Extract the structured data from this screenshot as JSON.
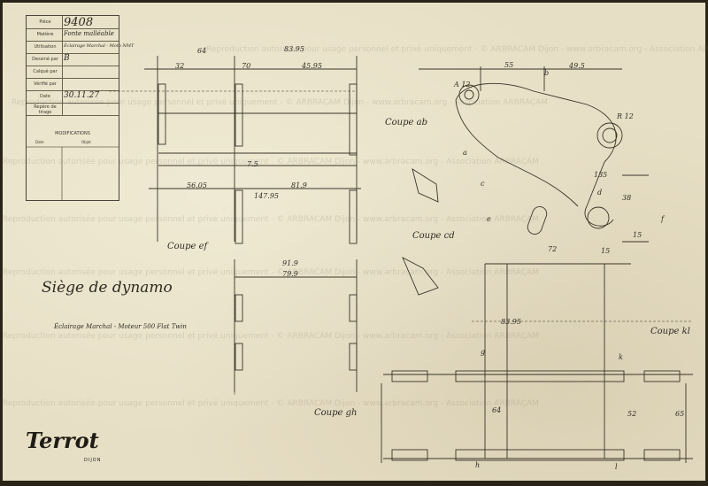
{
  "title_block": {
    "rows": [
      {
        "label": "Pièce",
        "value": "9408"
      },
      {
        "label": "Matière",
        "value": "Fonte malléable"
      },
      {
        "label": "Utilisation",
        "value": "Éclairage Marchal - Moto NMT"
      },
      {
        "label": "Dessiné par",
        "value": "B"
      },
      {
        "label": "Calqué par",
        "value": ""
      },
      {
        "label": "Vérifié par",
        "value": ""
      },
      {
        "label": "Date",
        "value": "30.11.27"
      },
      {
        "label": "Repère de tirage",
        "value": ""
      }
    ],
    "modifications_label": "MODIFICATIONS",
    "mod_date": "Date",
    "mod_objet": "Objet"
  },
  "drawing": {
    "title": "Siège de dynamo",
    "subtitle": "Éclairage Marchal - Moteur 500 Flat Twin",
    "coupes": [
      "Coupe ef",
      "Coupe ab",
      "Coupe cd",
      "Coupe gh",
      "Coupe kl"
    ],
    "dims_top": [
      "64",
      "83.95",
      "32",
      "70",
      "45.95"
    ],
    "dims_left": [
      "56.05",
      "147.95",
      "81.9",
      "7.5",
      "91.9",
      "79.9"
    ],
    "dims_right": [
      "55",
      "49.5",
      "A 12",
      "R 12",
      "135",
      "38",
      "15",
      "72",
      "15",
      "83.95",
      "64",
      "52",
      "65"
    ],
    "letters": [
      "a",
      "b",
      "c",
      "d",
      "e",
      "f",
      "g",
      "h",
      "k",
      "l"
    ]
  },
  "logo": {
    "brand": "Terrot",
    "city": "DIJON"
  },
  "watermark": "Reproduction autorisée pour usage personnel et privé uniquement - © ARBRACAM Dijon - www.arbracam.org - Association ARBRAÇAM"
}
